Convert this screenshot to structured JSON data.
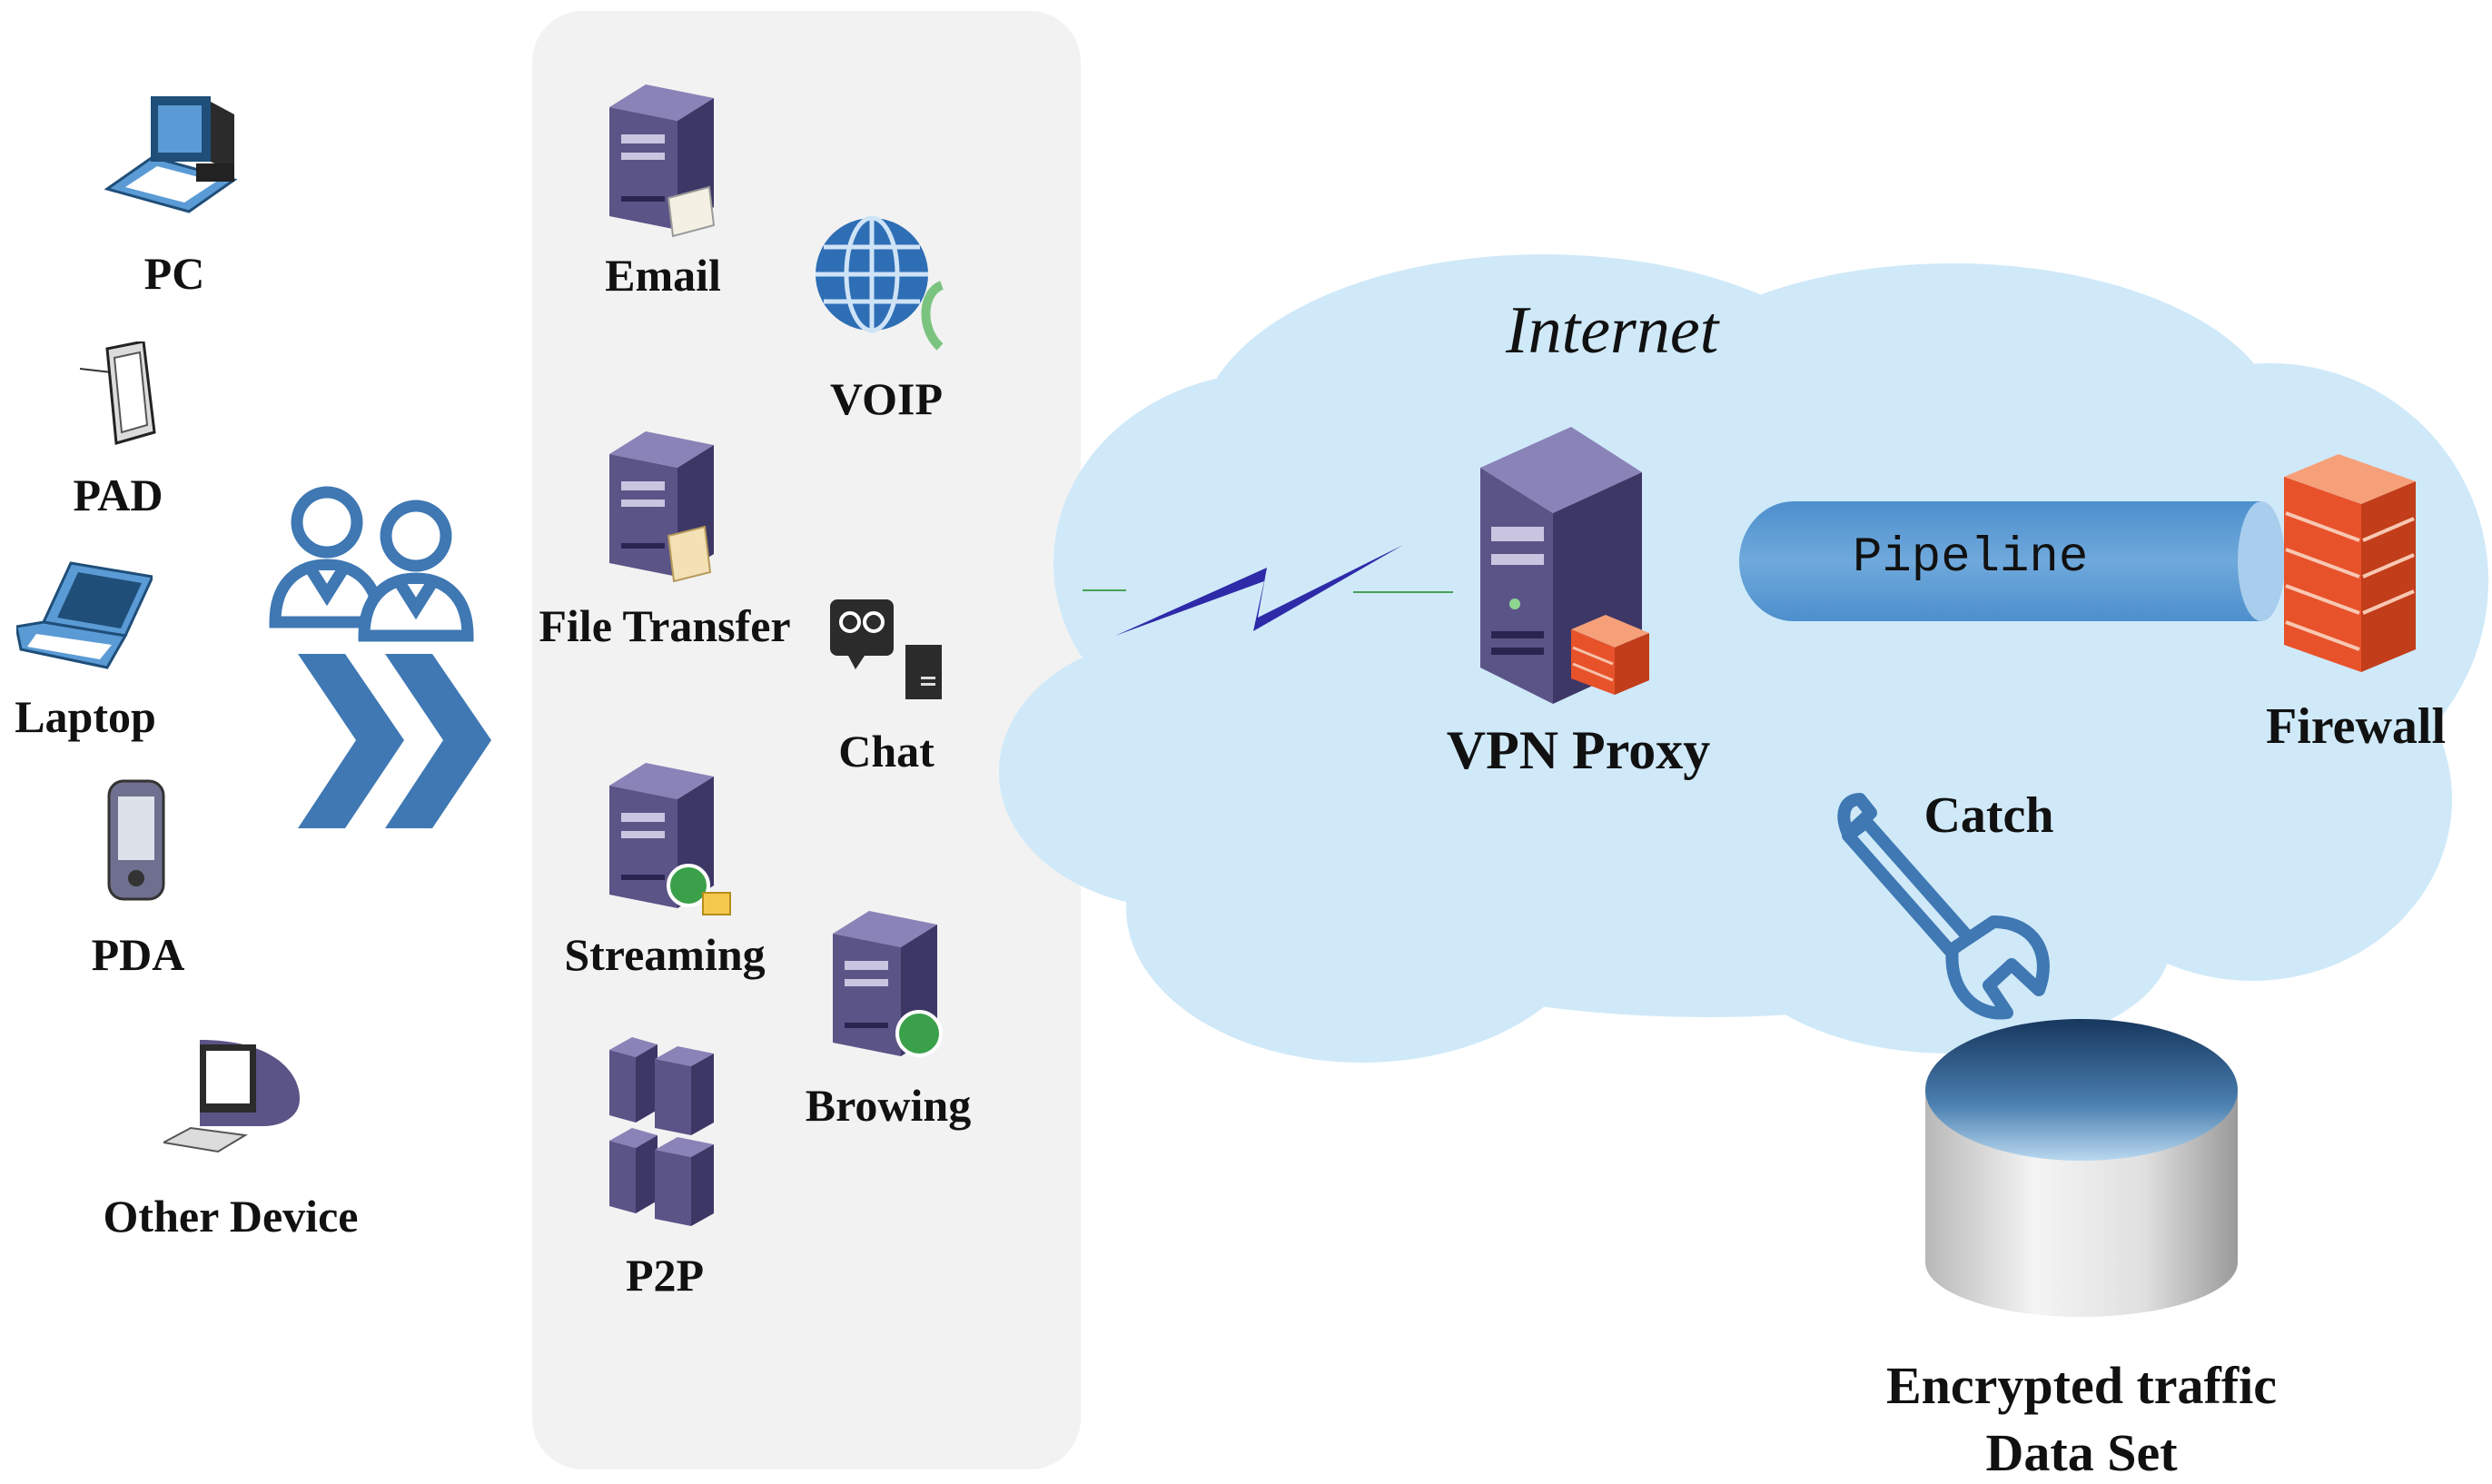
{
  "devices": {
    "pc": "PC",
    "pad": "PAD",
    "laptop": "Laptop",
    "pda": "PDA",
    "other": "Other Device"
  },
  "traffic": {
    "email": "Email",
    "voip": "VOIP",
    "file_transfer": "File Transfer",
    "chat": "Chat",
    "streaming": "Streaming",
    "browsing": "Browing",
    "p2p": "P2P"
  },
  "network": {
    "internet": "Internet",
    "vpn_proxy": "VPN Proxy",
    "pipeline": "Pipeline",
    "firewall": "Firewall",
    "catch": "Catch",
    "dataset_line1": "Encrypted traffic",
    "dataset_line2": "Data Set"
  },
  "colors": {
    "user_blue": "#3f78b3",
    "cloud": "#cfe9f9",
    "panel": "#f2f2f2",
    "server": "#5b5487",
    "pipe": "#5b9bd5",
    "firewall": "#e8522b",
    "lightning": "#2e2aa8"
  }
}
